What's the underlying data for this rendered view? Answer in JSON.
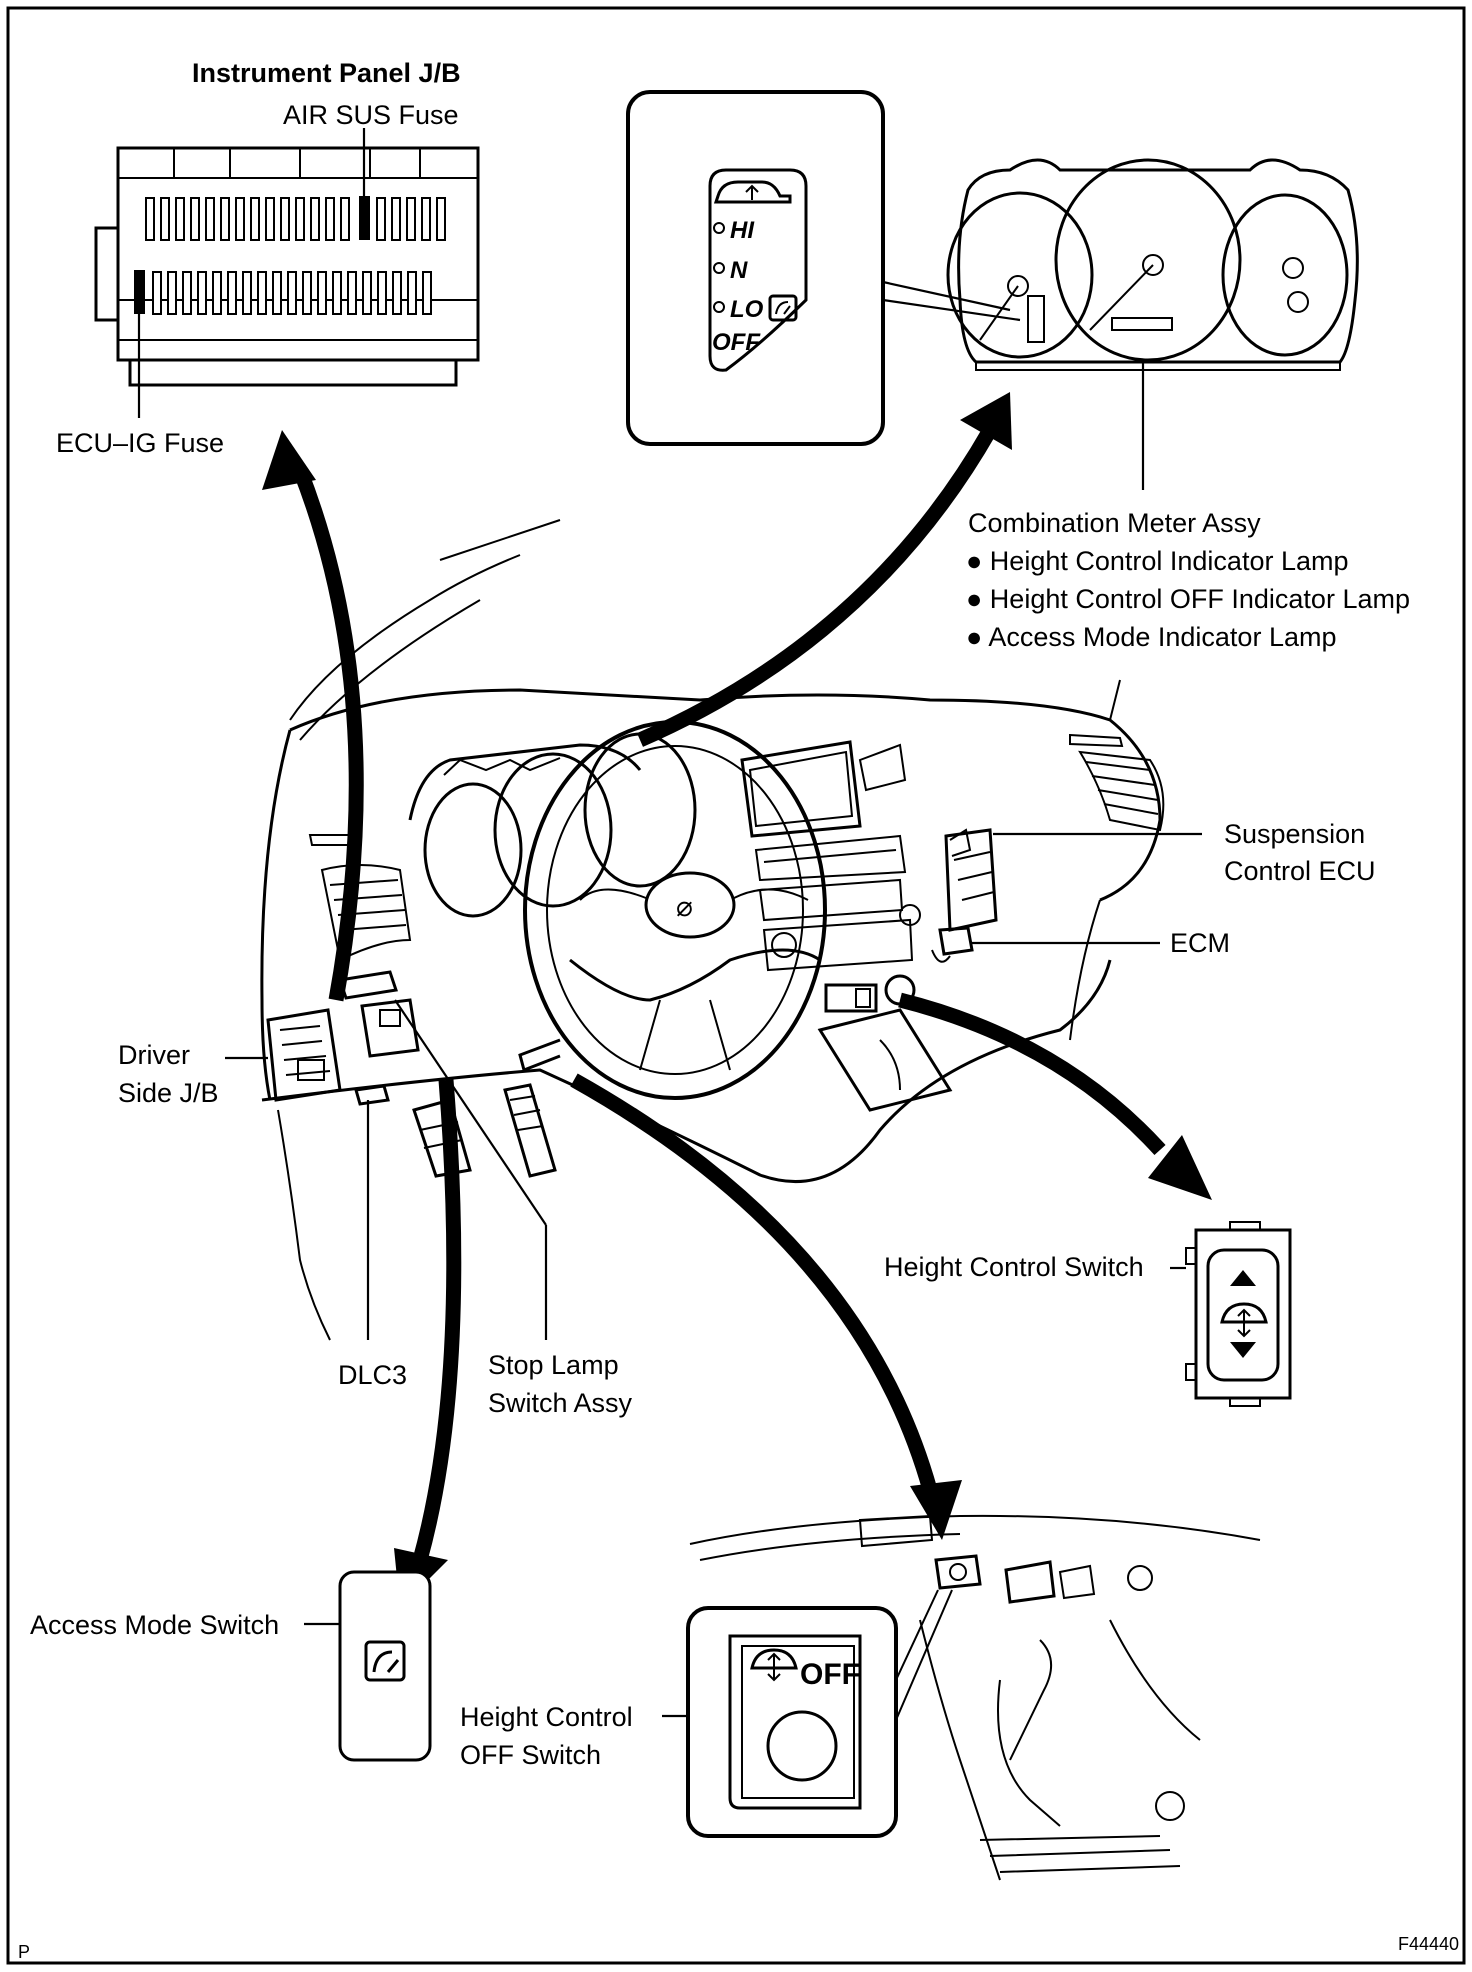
{
  "labels": {
    "instrument_panel_jb": "Instrument Panel J/B",
    "air_sus_fuse": "AIR SUS Fuse",
    "ecu_ig_fuse": "ECU–IG Fuse",
    "combination_meter": "Combination Meter Assy",
    "bullet_height_control": "● Height Control Indicator Lamp",
    "bullet_height_off": "● Height Control OFF Indicator Lamp",
    "bullet_access_mode": "● Access Mode Indicator Lamp",
    "suspension_ecu_line1": "Suspension",
    "suspension_ecu_line2": "Control ECU",
    "ecm": "ECM",
    "driver_jb_line1": "Driver",
    "driver_jb_line2": "Side J/B",
    "dlc3": "DLC3",
    "stop_lamp_line1": "Stop Lamp",
    "stop_lamp_line2": "Switch Assy",
    "height_control_switch": "Height Control Switch",
    "access_mode_switch": "Access Mode Switch",
    "height_off_line1": "Height Control",
    "height_off_line2": "OFF Switch"
  },
  "indicator_panel": {
    "hi": "HI",
    "n": "N",
    "lo": "LO",
    "off": "OFF"
  },
  "off_switch_text": "OFF",
  "corner": {
    "left": "P",
    "right": "F44440"
  }
}
